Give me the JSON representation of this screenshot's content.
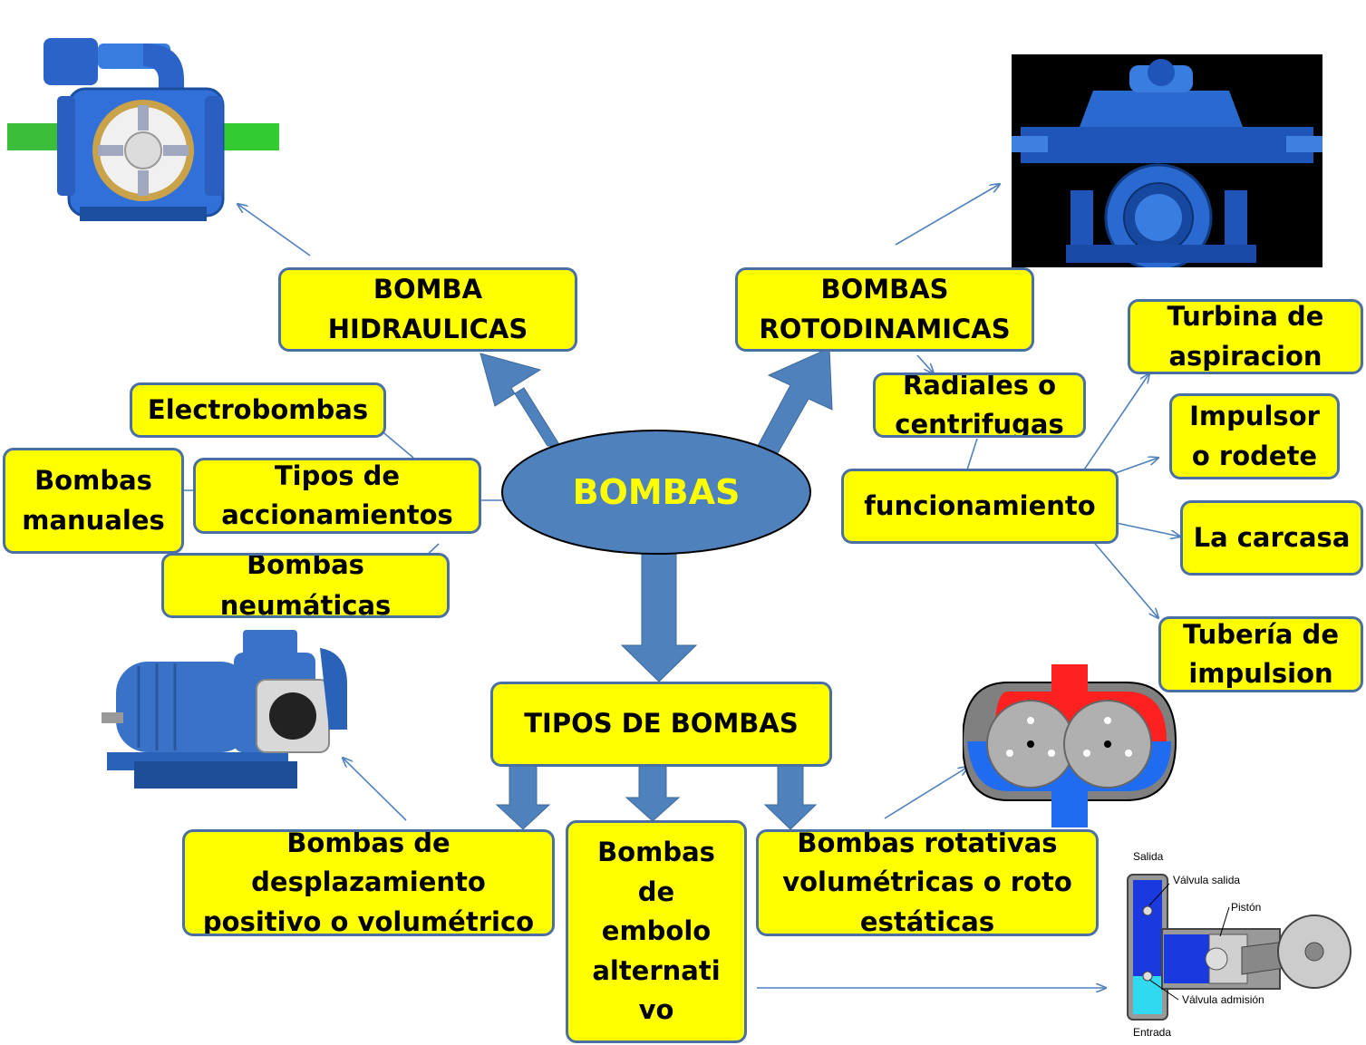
{
  "center": {
    "label": "BOMBAS"
  },
  "nodes": {
    "hidraulicas": "BOMBA HIDRAULICAS",
    "rotodinamicas": "BOMBAS ROTODINAMICAS",
    "radiales": "Radiales o centrifugas",
    "funcionamiento": "funcionamiento",
    "turbina": "Turbina de aspiracion",
    "impulsor": "Impulsor o rodete",
    "carcasa": "La carcasa",
    "tuberia": "Tubería de impulsion",
    "electrobombas": "Electrobombas",
    "tipos_acc": "Tipos de accionamientos",
    "manuales": "Bombas manuales",
    "neumaticas": "Bombas neumáticas",
    "tipos_bombas": "TIPOS DE BOMBAS",
    "desplazamiento": "Bombas de desplazamiento positivo o volumétrico",
    "embolo": "Bombas de embolo alternati vo",
    "rotativas": "Bombas rotativas volumétricas o roto estáticas"
  },
  "piston_diagram": {
    "salida": "Salida",
    "valvula_salida": "Válvula salida",
    "piston": "Pistón",
    "valvula_admision": "Válvula admisión",
    "entrada": "Entrada"
  },
  "colors": {
    "box_fill": "#ffff00",
    "box_border": "#4a6fa5",
    "arrow_fill": "#4f81bd",
    "hub_fill": "#4f81bd"
  }
}
